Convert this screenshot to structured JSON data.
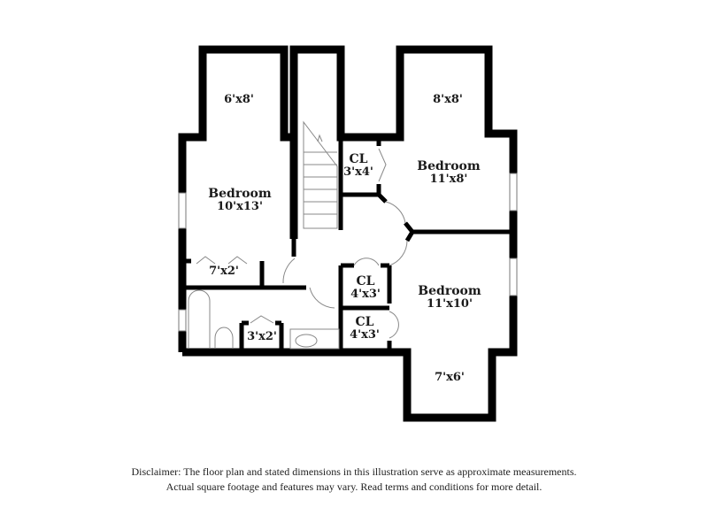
{
  "floor_plan": {
    "wall_color": "#000000",
    "background": "#ffffff",
    "rooms": [
      {
        "id": "bedroom-left",
        "name": "Bedroom",
        "dims": "10'x13'"
      },
      {
        "id": "alcove-left",
        "name": "",
        "dims": "6'x8'"
      },
      {
        "id": "closet-left",
        "name": "",
        "dims": "7'x2'"
      },
      {
        "id": "bedroom-top-right",
        "name": "Bedroom",
        "dims": "11'x8'"
      },
      {
        "id": "alcove-top-right",
        "name": "",
        "dims": "8'x8'"
      },
      {
        "id": "closet-hall",
        "name": "CL",
        "dims": "3'x4'"
      },
      {
        "id": "closet-mid-1",
        "name": "CL",
        "dims": "4'x3'"
      },
      {
        "id": "closet-mid-2",
        "name": "CL",
        "dims": "4'x3'"
      },
      {
        "id": "bath-closet",
        "name": "",
        "dims": "3'x2'"
      },
      {
        "id": "bedroom-bottom-right",
        "name": "Bedroom",
        "dims": "11'x10'"
      },
      {
        "id": "alcove-bottom-right",
        "name": "",
        "dims": "7'x6'"
      }
    ]
  },
  "disclaimer": {
    "line1": "Disclaimer: The floor plan and stated dimensions in this illustration serve as approximate measurements.",
    "line2": "Actual square footage and features may vary. Read terms and conditions for more detail."
  }
}
